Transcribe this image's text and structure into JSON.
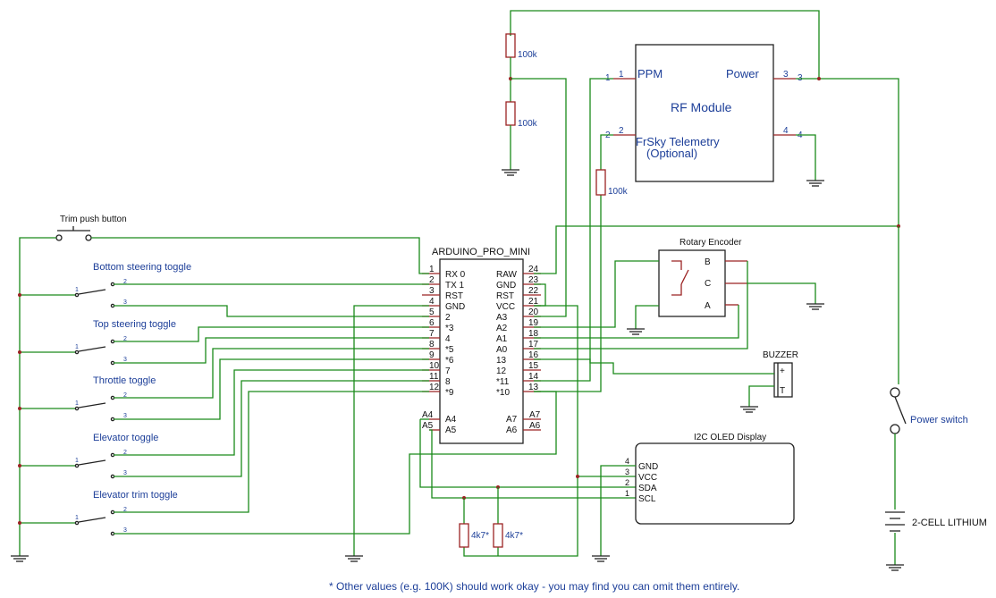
{
  "arduino": {
    "title": "ARDUINO_PRO_MINI",
    "left_pins": [
      {
        "num": "1",
        "name": "RX 0"
      },
      {
        "num": "2",
        "name": "TX 1"
      },
      {
        "num": "3",
        "name": "RST"
      },
      {
        "num": "4",
        "name": "GND"
      },
      {
        "num": "5",
        "name": "2"
      },
      {
        "num": "6",
        "name": "*3"
      },
      {
        "num": "7",
        "name": "4"
      },
      {
        "num": "8",
        "name": "*5"
      },
      {
        "num": "9",
        "name": "*6"
      },
      {
        "num": "10",
        "name": "7"
      },
      {
        "num": "11",
        "name": "8"
      },
      {
        "num": "12",
        "name": "*9"
      }
    ],
    "right_pins": [
      {
        "num": "24",
        "name": "RAW"
      },
      {
        "num": "23",
        "name": "GND"
      },
      {
        "num": "22",
        "name": "RST"
      },
      {
        "num": "21",
        "name": "VCC"
      },
      {
        "num": "20",
        "name": "A3"
      },
      {
        "num": "19",
        "name": "A2"
      },
      {
        "num": "18",
        "name": "A1"
      },
      {
        "num": "17",
        "name": "A0"
      },
      {
        "num": "16",
        "name": "13"
      },
      {
        "num": "15",
        "name": "12"
      },
      {
        "num": "14",
        "name": "*11"
      },
      {
        "num": "13",
        "name": "*10"
      }
    ],
    "analog_left": [
      {
        "num": "A4",
        "name": "A4"
      },
      {
        "num": "A5",
        "name": "A5"
      }
    ],
    "analog_right": [
      {
        "num": "A7",
        "name": "A7"
      },
      {
        "num": "A6",
        "name": "A6"
      }
    ]
  },
  "rf_module": {
    "title": "RF Module",
    "ppm_label": "PPM",
    "power_label": "Power",
    "telemetry_label": "FrSky Telemetry",
    "optional_label": "(Optional)",
    "pins": [
      "1",
      "1",
      "2",
      "2",
      "3",
      "3",
      "4",
      "4"
    ]
  },
  "resistors": {
    "top": "100k",
    "middle": "100k",
    "telemetry": "100k",
    "pullup_a": "4k7*",
    "pullup_b": "4k7*"
  },
  "rotary_encoder": {
    "title": "Rotary Encoder",
    "pin_b": "B",
    "pin_c": "C",
    "pin_a": "A"
  },
  "buzzer": {
    "title": "BUZZER",
    "plus": "+",
    "minus": "T"
  },
  "oled": {
    "title": "I2C OLED Display",
    "pins": [
      {
        "num": "4",
        "name": "GND"
      },
      {
        "num": "3",
        "name": "VCC"
      },
      {
        "num": "2",
        "name": "SDA"
      },
      {
        "num": "1",
        "name": "SCL"
      }
    ]
  },
  "trim_button": "Trim push button",
  "toggles": [
    {
      "label": "Bottom steering toggle",
      "p1": "1",
      "p2": "2",
      "p3": "3"
    },
    {
      "label": "Top steering toggle",
      "p1": "1",
      "p2": "2",
      "p3": "3"
    },
    {
      "label": "Throttle toggle",
      "p1": "1",
      "p2": "2",
      "p3": "3"
    },
    {
      "label": "Elevator toggle",
      "p1": "1",
      "p2": "2",
      "p3": "3"
    },
    {
      "label": "Elevator trim toggle",
      "p1": "1",
      "p2": "2",
      "p3": "3"
    }
  ],
  "power_switch": "Power switch",
  "battery": "2-CELL LITHIUM",
  "footnote": "* Other values (e.g. 100K) should work okay - you may find you can omit them entirely."
}
